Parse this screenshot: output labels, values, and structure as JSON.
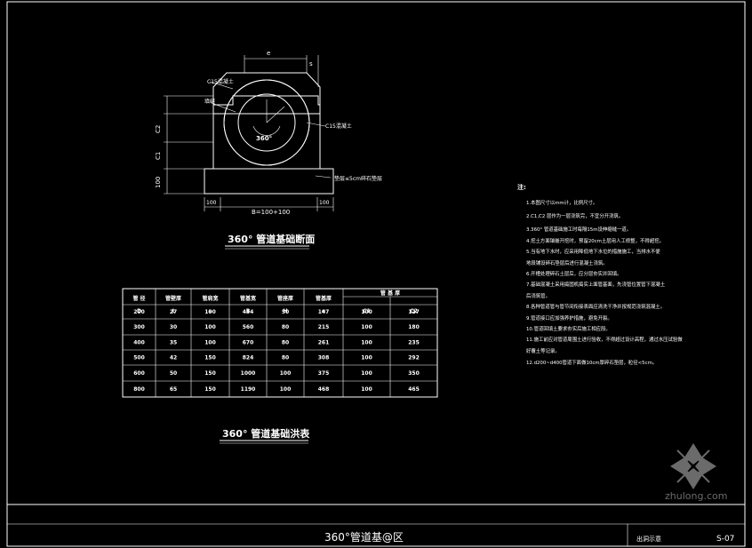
{
  "drawing": {
    "section_title": "360° 管道基础断面",
    "table_title": "360° 管道基础洪表",
    "sheet_title": "360°管道基@区",
    "sheet_label": "出洞示意",
    "sheet_number": "S-07",
    "watermark": "zhulong.com"
  },
  "section_labels": {
    "c15_top": "C15混凝土",
    "c15_side": "C15混凝土",
    "filler": "填缝",
    "gravel": "垫层≤5cm碎石垫层",
    "angle": "360°",
    "dim_b": "B=100+100",
    "dim_left": "100",
    "dim_right": "100",
    "dim_top_e": "e",
    "dim_top_s": "s",
    "dim_c1": "C1",
    "dim_c2": "C2",
    "dim_h": "100"
  },
  "table": {
    "headers": [
      "管 径",
      "管壁厚",
      "管肩宽",
      "管基宽",
      "管座厚",
      "管基厚",
      "管 基 厚"
    ],
    "subheaders": [
      "D",
      "t",
      "a",
      "B",
      "H",
      "e",
      "C1",
      "C2"
    ],
    "rows": [
      [
        "200",
        "27",
        "100",
        "454",
        "50",
        "147",
        "100",
        "127"
      ],
      [
        "300",
        "30",
        "100",
        "560",
        "80",
        "215",
        "100",
        "180"
      ],
      [
        "400",
        "35",
        "100",
        "670",
        "80",
        "261",
        "100",
        "235"
      ],
      [
        "500",
        "42",
        "150",
        "824",
        "80",
        "308",
        "100",
        "292"
      ],
      [
        "600",
        "50",
        "150",
        "1000",
        "100",
        "375",
        "100",
        "350"
      ],
      [
        "800",
        "65",
        "150",
        "1190",
        "100",
        "468",
        "100",
        "465"
      ]
    ]
  },
  "notes": {
    "head": "注:",
    "items": [
      "1.本图尺寸以mm计，比例尺寸。",
      "2.C1,C2 层作为一层浇筑完，不宜分开浇筑。",
      "3.360° 管道基础施工时每隔15m设伸缩缝一道。",
      "4.挖土方面镶嵌开挖时，预留20cm土层用人工修整，不得超挖。",
      "5.当有地下水时，应采用降低地下水位的措施施工，当排水不便",
      "  地段铺设碎石垫层后进行混凝土浇筑。",
      "6.开槽处理碎石土层后，应分层夯实并回填。",
      "7.基础混凝土采用捣固机捣实上面管基面，先浇管位置管下混凝土",
      "  后浇筑管。",
      "8.各种管道管与管节间衔接表面应清洗干净并按规范浇筑混凝土。",
      "9.管道接口应加强养护措施，避免开裂。",
      "10.管道回填土要求夯实后施工相应段。",
      "11.施工前应对管道周围土进行验收，不得超过设计高程，通过水压试验做",
      "   好覆土等记录。",
      "12.d200~d400管道下面做10cm厚碎石垫层，粒径<5cm。"
    ]
  },
  "colors": {
    "background": "#000000",
    "line": "#ffffff",
    "watermark": "#6b6b6b"
  }
}
